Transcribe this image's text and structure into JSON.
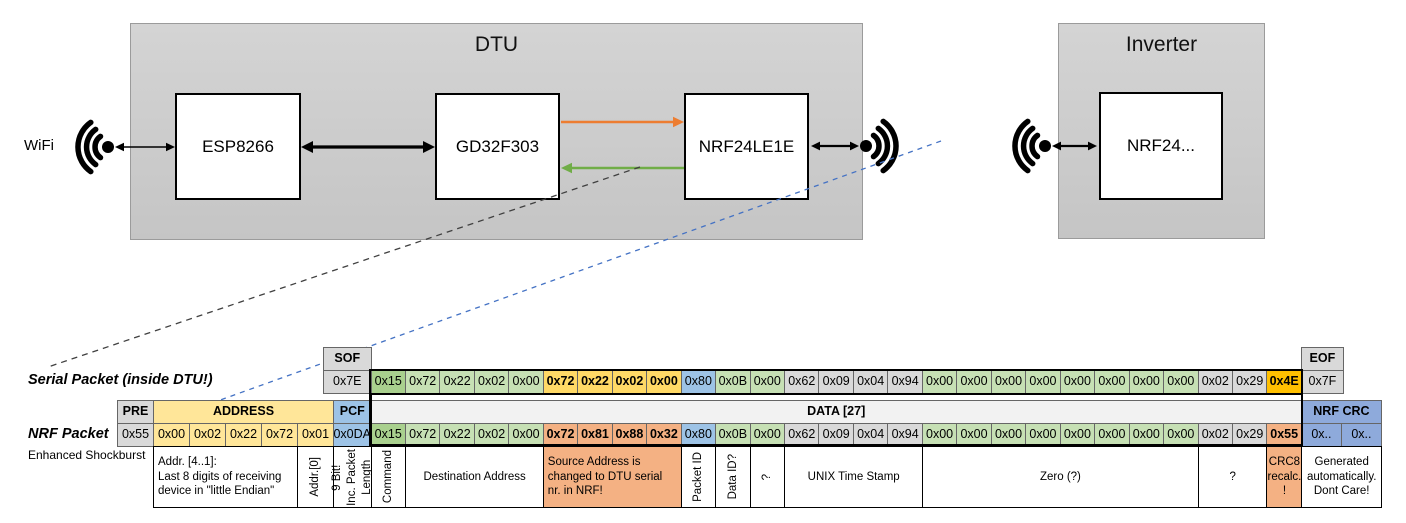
{
  "diagram": {
    "wifi_label": "WiFi",
    "dtu": {
      "title": "DTU",
      "components": {
        "esp": "ESP8266",
        "gd": "GD32F303",
        "nrf": "NRF24LE1E"
      }
    },
    "inverter": {
      "title": "Inverter",
      "component": "NRF24..."
    },
    "icons": [
      "wifi-icon-left",
      "wifi-icon-dtu-right",
      "wifi-icon-inverter"
    ]
  },
  "colors": {
    "dg": "#A9D08E",
    "lg": "#C6E0B4",
    "g": "#D9D9D9",
    "gold": "#FFD966",
    "amber": "#FFC000",
    "blue": "#9DC3E6",
    "crcblue": "#8EAADB",
    "yellow": "#FFE699",
    "salmon": "#F4B183",
    "datahdr": "#F2F2F2",
    "accent_orange": "#ED7D31",
    "accent_green": "#70AD47",
    "dashed_black": "#404040",
    "dashed_blue": "#4472C4"
  },
  "serial_packet": {
    "label": "Serial Packet (inside DTU!)",
    "sof": {
      "header": "SOF",
      "value": "0x7E"
    },
    "eof": {
      "header": "EOF",
      "value": "0x7F"
    },
    "bytes": [
      {
        "v": "0x15",
        "c": "dg"
      },
      {
        "v": "0x72",
        "c": "lg"
      },
      {
        "v": "0x22",
        "c": "lg"
      },
      {
        "v": "0x02",
        "c": "lg"
      },
      {
        "v": "0x00",
        "c": "lg"
      },
      {
        "v": "0x72",
        "c": "gold"
      },
      {
        "v": "0x22",
        "c": "gold"
      },
      {
        "v": "0x02",
        "c": "gold"
      },
      {
        "v": "0x00",
        "c": "gold"
      },
      {
        "v": "0x80",
        "c": "blue"
      },
      {
        "v": "0x0B",
        "c": "lg"
      },
      {
        "v": "0x00",
        "c": "lg"
      },
      {
        "v": "0x62",
        "c": "g"
      },
      {
        "v": "0x09",
        "c": "g"
      },
      {
        "v": "0x04",
        "c": "g"
      },
      {
        "v": "0x94",
        "c": "g"
      },
      {
        "v": "0x00",
        "c": "lg"
      },
      {
        "v": "0x00",
        "c": "lg"
      },
      {
        "v": "0x00",
        "c": "lg"
      },
      {
        "v": "0x00",
        "c": "lg"
      },
      {
        "v": "0x00",
        "c": "lg"
      },
      {
        "v": "0x00",
        "c": "lg"
      },
      {
        "v": "0x00",
        "c": "lg"
      },
      {
        "v": "0x00",
        "c": "lg"
      },
      {
        "v": "0x02",
        "c": "g"
      },
      {
        "v": "0x29",
        "c": "g"
      },
      {
        "v": "0x4E",
        "c": "amber"
      }
    ]
  },
  "nrf_packet": {
    "label": "NRF Packet",
    "sublabel": "Enhanced Shockburst",
    "pre": {
      "header": "PRE",
      "value": "0x55"
    },
    "address": {
      "header": "ADDRESS",
      "values": [
        "0x00",
        "0x02",
        "0x22",
        "0x72",
        "0x01"
      ]
    },
    "pcf": {
      "header": "PCF",
      "value": "0x0DA"
    },
    "data_header": "DATA [27]",
    "bytes": [
      {
        "v": "0x15",
        "c": "dg"
      },
      {
        "v": "0x72",
        "c": "lg"
      },
      {
        "v": "0x22",
        "c": "lg"
      },
      {
        "v": "0x02",
        "c": "lg"
      },
      {
        "v": "0x00",
        "c": "lg"
      },
      {
        "v": "0x72",
        "c": "salmon"
      },
      {
        "v": "0x81",
        "c": "salmon"
      },
      {
        "v": "0x88",
        "c": "salmon"
      },
      {
        "v": "0x32",
        "c": "salmon"
      },
      {
        "v": "0x80",
        "c": "blue"
      },
      {
        "v": "0x0B",
        "c": "lg"
      },
      {
        "v": "0x00",
        "c": "lg"
      },
      {
        "v": "0x62",
        "c": "g"
      },
      {
        "v": "0x09",
        "c": "g"
      },
      {
        "v": "0x04",
        "c": "g"
      },
      {
        "v": "0x94",
        "c": "g"
      },
      {
        "v": "0x00",
        "c": "lg"
      },
      {
        "v": "0x00",
        "c": "lg"
      },
      {
        "v": "0x00",
        "c": "lg"
      },
      {
        "v": "0x00",
        "c": "lg"
      },
      {
        "v": "0x00",
        "c": "lg"
      },
      {
        "v": "0x00",
        "c": "lg"
      },
      {
        "v": "0x00",
        "c": "lg"
      },
      {
        "v": "0x00",
        "c": "lg"
      },
      {
        "v": "0x02",
        "c": "g"
      },
      {
        "v": "0x29",
        "c": "g"
      },
      {
        "v": "0x55",
        "c": "salmon"
      }
    ],
    "crc": {
      "header": "NRF CRC",
      "values": [
        "0x..",
        "0x.."
      ]
    }
  },
  "annotations": [
    {
      "text": "Addr. [4..1]:\nLast 8 digits of receiving\ndevice in \"little Endian\"",
      "span": [
        0,
        4
      ],
      "align": "left"
    },
    {
      "text": "Addr.[0]",
      "span": [
        4,
        5
      ],
      "rot": true
    },
    {
      "text": "9 Bit!\nInc. Packet\nLength",
      "span": [
        5,
        6
      ],
      "rot": true
    },
    {
      "text": "Command",
      "span": [
        6,
        7
      ],
      "rot": true
    },
    {
      "text": "Destination Address",
      "span": [
        7,
        11
      ]
    },
    {
      "text": "Source Address is\nchanged to DTU serial\nnr. in NRF!",
      "span": [
        11,
        15
      ],
      "bg": "salmon",
      "align": "left"
    },
    {
      "text": "Packet ID",
      "span": [
        15,
        16
      ],
      "rot": true
    },
    {
      "text": "Data ID?",
      "span": [
        16,
        17
      ],
      "rot": true
    },
    {
      "text": "?",
      "span": [
        17,
        18
      ],
      "rot": true
    },
    {
      "text": "UNIX Time Stamp",
      "span": [
        18,
        22
      ]
    },
    {
      "text": "Zero (?)",
      "span": [
        22,
        30
      ]
    },
    {
      "text": "?",
      "span": [
        30,
        32
      ]
    },
    {
      "text": "CRC8\nrecalc.\n!",
      "span": [
        32,
        33
      ],
      "bg": "salmon"
    },
    {
      "text": "Generated\nautomatically.\nDont Care!",
      "span": [
        33,
        35
      ]
    }
  ]
}
